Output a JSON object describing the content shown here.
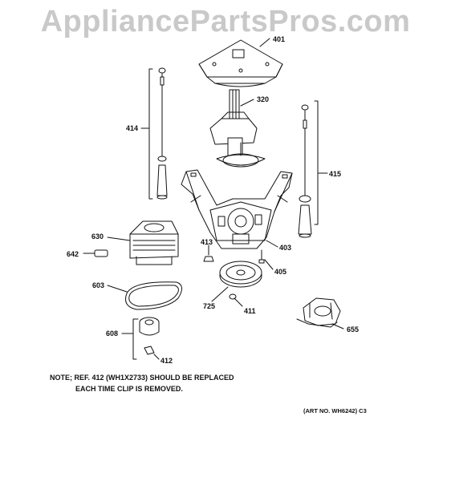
{
  "watermark": "AppliancePartsPros.com",
  "callouts": {
    "p401": "401",
    "p320": "320",
    "p414": "414",
    "p415": "415",
    "p630": "630",
    "p642": "642",
    "p413": "413",
    "p403": "403",
    "p405": "405",
    "p603": "603",
    "p725": "725",
    "p411": "411",
    "p655": "655",
    "p608": "608",
    "p412": "412"
  },
  "note": {
    "line1": "NOTE; REF. 412 (WH1X2733) SHOULD BE REPLACED",
    "line2": "EACH TIME CLIP IS REMOVED."
  },
  "art_number": "(ART NO. WH6242) C3",
  "colors": {
    "line": "#111111",
    "watermark": "#c9c9c9"
  }
}
